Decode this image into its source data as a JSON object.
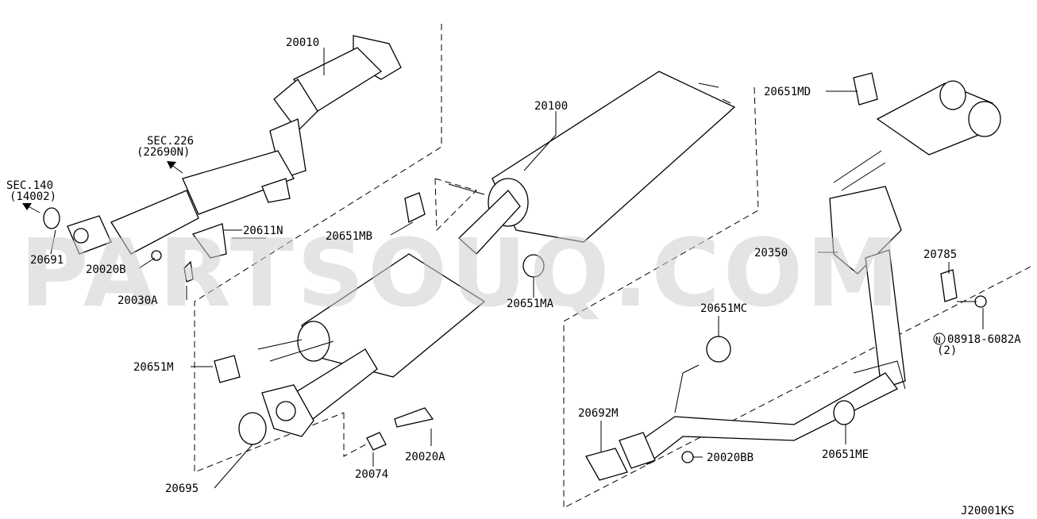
{
  "watermark": "PARTSOUQ.COM",
  "diagram_code": "J20001KS",
  "callouts": {
    "p20010": "20010",
    "sec226": "SEC.226",
    "sec226_sub": "(22690N)",
    "sec140": "SEC.140",
    "sec140_sub": "(14002)",
    "p20691": "20691",
    "p20020B": "20020B",
    "p20611N": "20611N",
    "p20030A": "20030A",
    "p20651MB": "20651MB",
    "p20100": "20100",
    "p20651MA": "20651MA",
    "p20651M": "20651M",
    "p20695": "20695",
    "p20074": "20074",
    "p20020A": "20020A",
    "p20651MD": "20651MD",
    "p20350": "20350",
    "p20785": "20785",
    "p20651MC": "20651MC",
    "p08918": "08918-6082A",
    "p08918_qty": "(2)",
    "p08918_prefix": "N",
    "p20692M": "20692M",
    "p20020BB": "20020BB",
    "p20651ME": "20651ME"
  }
}
